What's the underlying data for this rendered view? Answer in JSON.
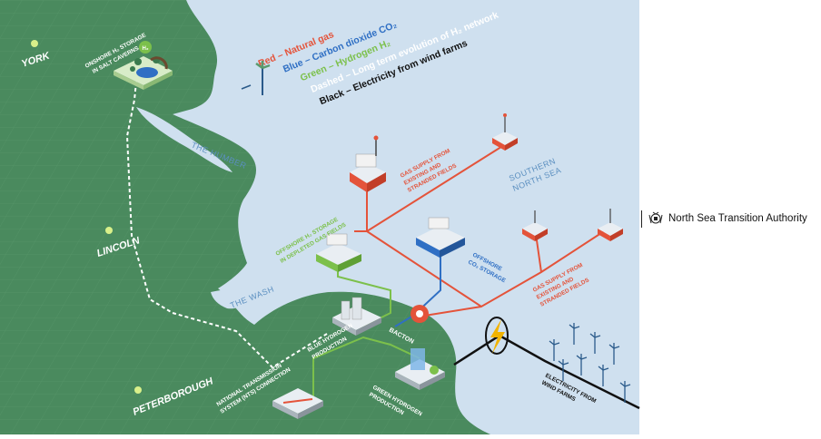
{
  "places": {
    "york": "YORK",
    "lincoln": "LINCOLN",
    "peterborough": "PETERBOROUGH",
    "the_humber": "THE HUMBER",
    "the_wash": "THE WASH",
    "southern_north_sea_1": "SOUTHERN",
    "southern_north_sea_2": "NORTH SEA"
  },
  "legend": {
    "red": "Red – Natural gas",
    "blue": "Blue – Carbon dioxide CO₂",
    "green": "Green – Hydrogen H₂",
    "dashed": "Dashed – Long term evolution of H₂ network",
    "black": "Black – Electricity from wind farms"
  },
  "labels": {
    "onshore_1": "ONSHORE H₂ STORAGE",
    "onshore_2": "IN SALT CAVERNS",
    "offshore_h2_1": "OFFSHORE H₂ STORAGE",
    "offshore_h2_2": "IN DEPLETED GAS FIELDS",
    "gas_supply_a_1": "GAS SUPPLY FROM",
    "gas_supply_a_2": "EXISTING AND",
    "gas_supply_a_3": "STRANDED FIELDS",
    "gas_supply_b_1": "GAS SUPPLY FROM",
    "gas_supply_b_2": "EXISTING AND",
    "gas_supply_b_3": "STRANDED FIELDS",
    "offshore_co2_1": "OFFSHORE",
    "offshore_co2_2": "CO₂ STORAGE",
    "bacton": "BACTON",
    "blue_h2_1": "BLUE HYDROGEN",
    "blue_h2_2": "PRODUCTION",
    "green_h2_1": "GREEN HYDROGEN",
    "green_h2_2": "PRODUCTION",
    "nts_1": "NATIONAL TRANSMISSION",
    "nts_2": "SYSTEM (NTS) CONNECTION",
    "electricity_1": "ELECTRICITY FROM",
    "electricity_2": "WIND FARMS",
    "h2_badge": "H₂"
  },
  "org": {
    "name": "North Sea Transition Authority"
  },
  "colors": {
    "land": "#4a8a5e",
    "sea": "#cfe0ef",
    "natural_gas": "#e4533a",
    "co2": "#2f6fc4",
    "hydrogen": "#7cc04b",
    "electricity": "#111111"
  }
}
